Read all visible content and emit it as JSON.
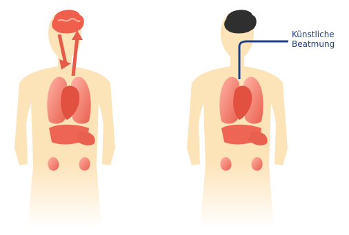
{
  "figures": [
    {
      "id": "figure-left",
      "brain_state": "active",
      "brain_color": "#ef5f4c",
      "circulation_arrows": true
    },
    {
      "id": "figure-right",
      "brain_state": "inactive",
      "brain_color": "#2f2f2f",
      "circulation_arrows": false
    }
  ],
  "annotation": {
    "lines": [
      "Künstliche",
      "Beatmung"
    ],
    "text_color": "#1f3f8a",
    "pointer_color": "#1f3f8a"
  },
  "colors": {
    "body": "#fde3b8",
    "organ": "#f07464",
    "organ_highlight": "#ffb3a5",
    "arrow": "#e95b49"
  }
}
